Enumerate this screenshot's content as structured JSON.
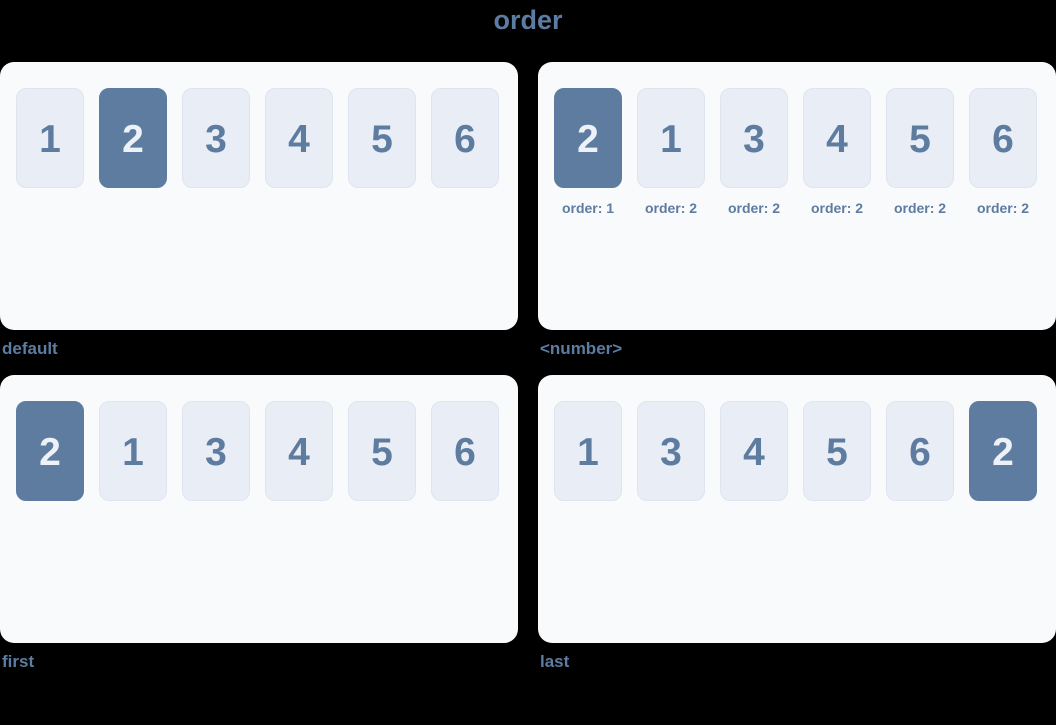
{
  "page_title": "order",
  "colors": {
    "background": "#000000",
    "panel_background": "#f8fafc",
    "item_background": "#e9edf5",
    "item_border": "#dfe5f0",
    "highlight": "#5e7ca0",
    "accent_text": "#5d7ca1"
  },
  "panels": [
    {
      "label": "default",
      "items": [
        {
          "value": "1",
          "highlighted": false
        },
        {
          "value": "2",
          "highlighted": true
        },
        {
          "value": "3",
          "highlighted": false
        },
        {
          "value": "4",
          "highlighted": false
        },
        {
          "value": "5",
          "highlighted": false
        },
        {
          "value": "6",
          "highlighted": false
        }
      ]
    },
    {
      "label": "<number>",
      "items": [
        {
          "value": "2",
          "highlighted": true,
          "order_label": "order: 1"
        },
        {
          "value": "1",
          "highlighted": false,
          "order_label": "order: 2"
        },
        {
          "value": "3",
          "highlighted": false,
          "order_label": "order: 2"
        },
        {
          "value": "4",
          "highlighted": false,
          "order_label": "order: 2"
        },
        {
          "value": "5",
          "highlighted": false,
          "order_label": "order: 2"
        },
        {
          "value": "6",
          "highlighted": false,
          "order_label": "order: 2"
        }
      ]
    },
    {
      "label": "first",
      "items": [
        {
          "value": "2",
          "highlighted": true
        },
        {
          "value": "1",
          "highlighted": false
        },
        {
          "value": "3",
          "highlighted": false
        },
        {
          "value": "4",
          "highlighted": false
        },
        {
          "value": "5",
          "highlighted": false
        },
        {
          "value": "6",
          "highlighted": false
        }
      ]
    },
    {
      "label": "last",
      "items": [
        {
          "value": "1",
          "highlighted": false
        },
        {
          "value": "3",
          "highlighted": false
        },
        {
          "value": "4",
          "highlighted": false
        },
        {
          "value": "5",
          "highlighted": false
        },
        {
          "value": "6",
          "highlighted": false
        },
        {
          "value": "2",
          "highlighted": true
        }
      ]
    }
  ]
}
